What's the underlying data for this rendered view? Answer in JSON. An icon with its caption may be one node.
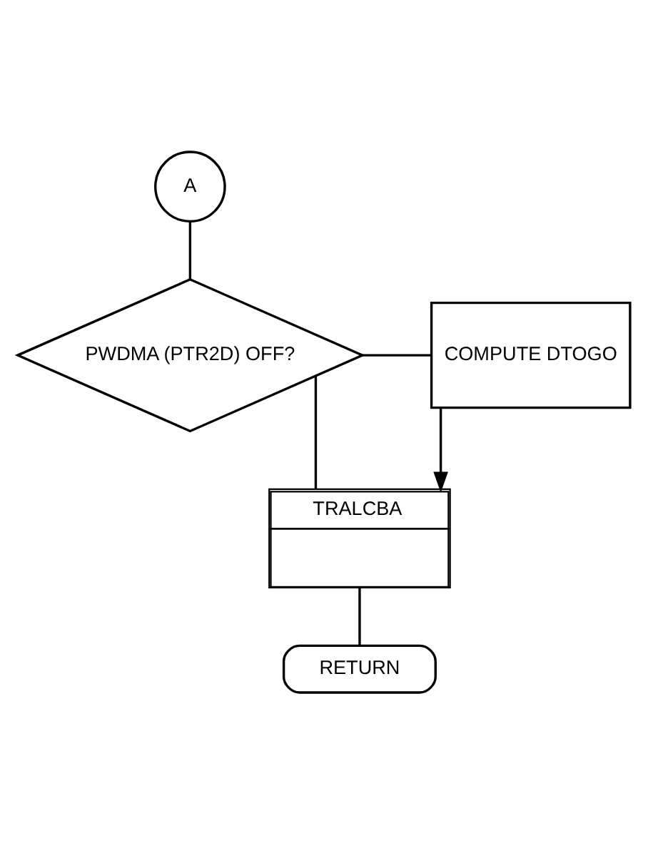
{
  "diagram": {
    "nodes": [
      {
        "text": [
          "A"
        ]
      },
      {
        "text": [
          "PWDMA (PTR2D) OFF?"
        ]
      },
      {
        "text": [
          "COMPUTE DTOGO"
        ]
      },
      {
        "text": [
          "TRALCBA"
        ]
      },
      {
        "text": [
          "RETURN"
        ]
      }
    ],
    "edges": [
      {
        "from": 0,
        "to": 1,
        "arrow": "none"
      },
      {
        "from": 1,
        "to": 2,
        "arrow": "none"
      },
      {
        "from": 1,
        "to": 3,
        "arrow": "none"
      },
      {
        "from": 2,
        "to": 3,
        "arrow": "to"
      },
      {
        "from": 3,
        "to": 4,
        "arrow": "none"
      }
    ]
  }
}
